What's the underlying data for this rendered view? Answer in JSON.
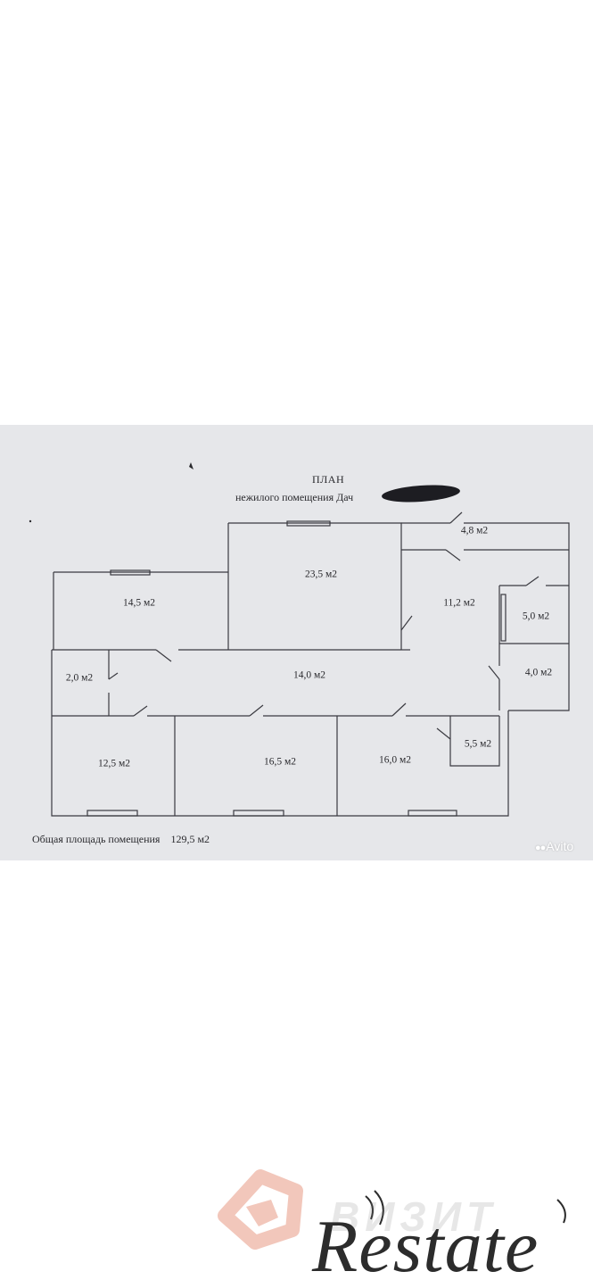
{
  "plan": {
    "title": "ПЛАН",
    "subtitle": "нежилого помещения Дач",
    "total_area": "Общая площадь помещения    129,5 м2",
    "rooms": [
      {
        "id": "23-5",
        "area": "23,5 м2"
      },
      {
        "id": "14-5",
        "area": "14,5 м2"
      },
      {
        "id": "4-8",
        "area": "4,8 м2"
      },
      {
        "id": "11-2",
        "area": "11,2 м2"
      },
      {
        "id": "5-0",
        "area": "5,0 м2"
      },
      {
        "id": "2-0",
        "area": "2,0 м2"
      },
      {
        "id": "14-0",
        "area": "14,0 м2"
      },
      {
        "id": "4-0",
        "area": "4,0 м2"
      },
      {
        "id": "12-5",
        "area": "12,5 м2"
      },
      {
        "id": "16-5",
        "area": "16,5 м2"
      },
      {
        "id": "16-0",
        "area": "16,0 м2"
      },
      {
        "id": "5-5",
        "area": "5,5 м2"
      }
    ]
  },
  "badge": {
    "text": "Avito",
    "icon": "avito-dots-icon"
  },
  "watermark": {
    "back_text": "ВИЗИТ",
    "front_text": "Restate",
    "logo_icon": "pentagon-logo-icon",
    "logo_color": "#f2c7bb"
  },
  "colors": {
    "sheet": "#e6e7ea",
    "ink": "#2a2a2e"
  }
}
